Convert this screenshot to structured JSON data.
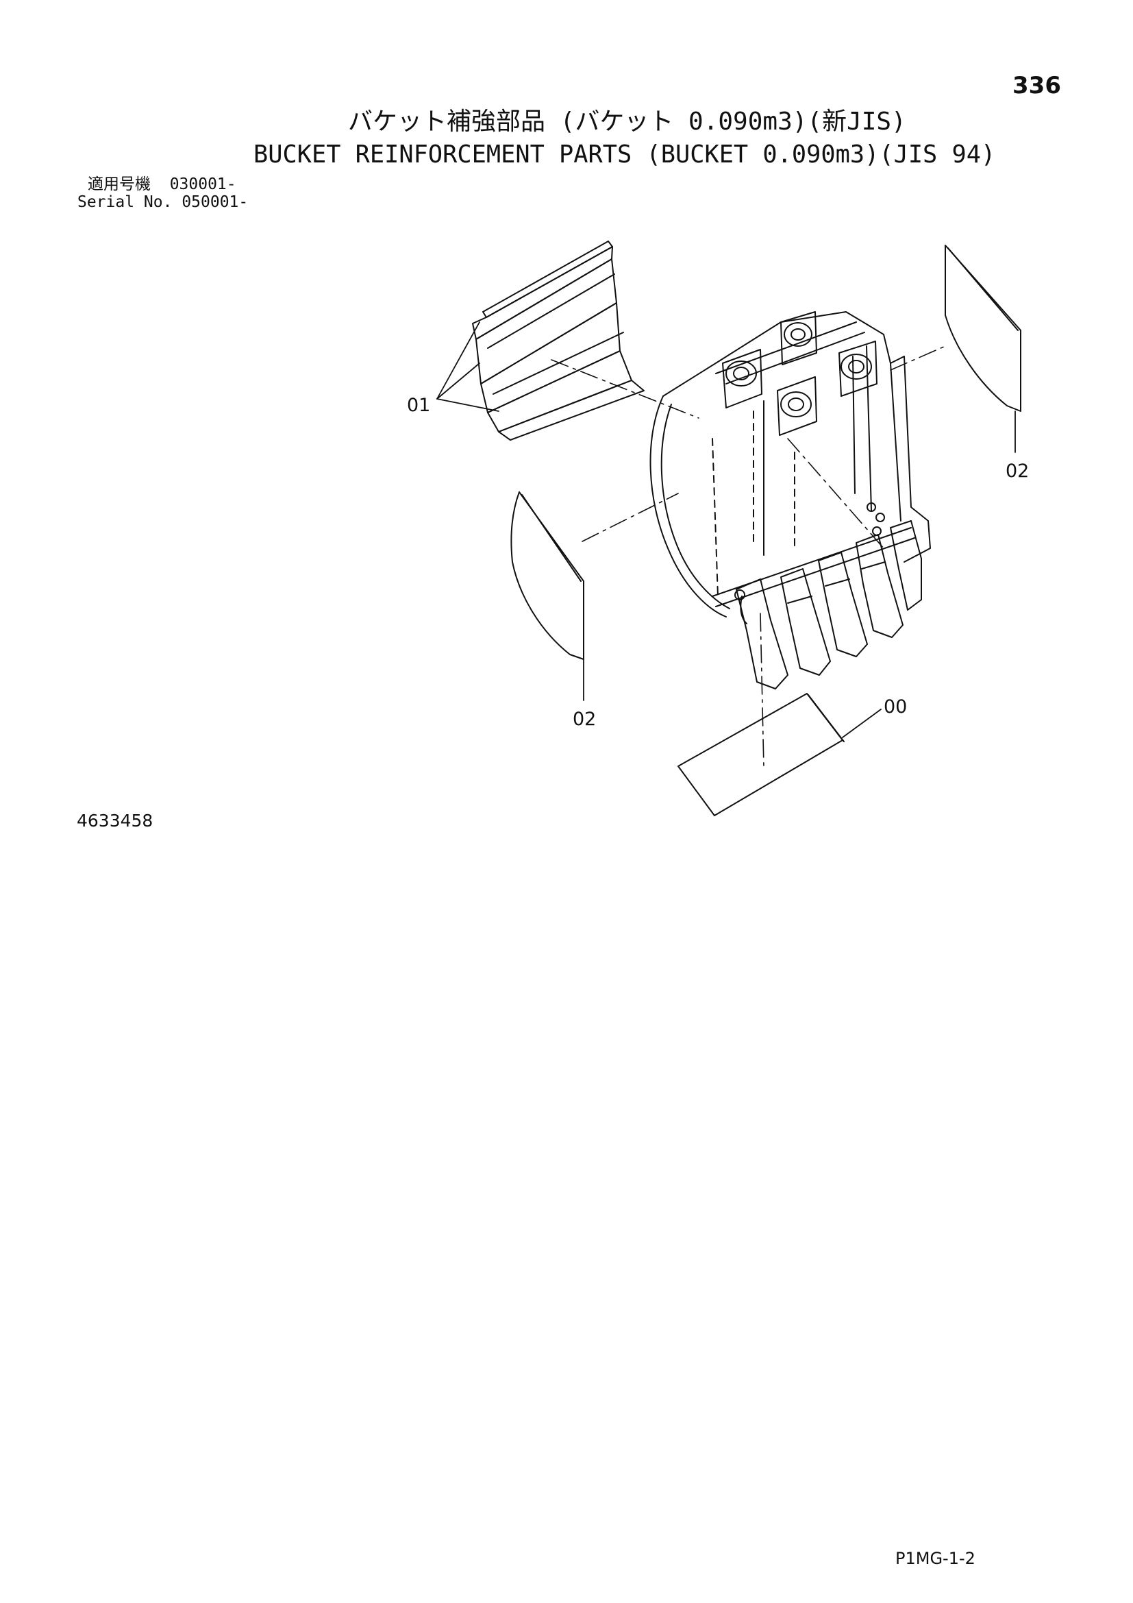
{
  "page": {
    "number": "336",
    "title_jp": "バケット補強部品 (バケット 0.090m3)(新JIS)",
    "title_en": "BUCKET REINFORCEMENT PARTS (BUCKET 0.090m3)(JIS 94)",
    "serial_jp": "適用号機  030001-",
    "serial_en": "Serial No. 050001-",
    "drawing_number": "4633458",
    "footer_code": "P1MG-1-2"
  },
  "callouts": {
    "part_01": "01",
    "part_02_right": "02",
    "part_02_left": "02",
    "part_00": "00"
  }
}
